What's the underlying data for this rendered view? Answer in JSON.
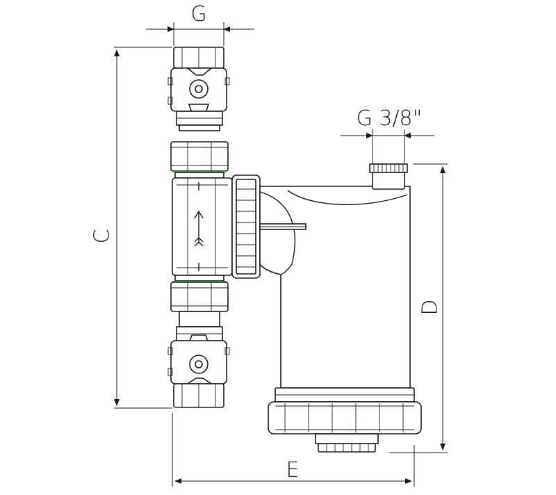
{
  "dimensions": {
    "g_top": "G",
    "g_side": "G 3/8\"",
    "c": "C",
    "d": "D",
    "e": "E"
  },
  "colors": {
    "line": "#1a1a1a",
    "seal_accent": "#3aa63a",
    "background": "#ffffff"
  }
}
